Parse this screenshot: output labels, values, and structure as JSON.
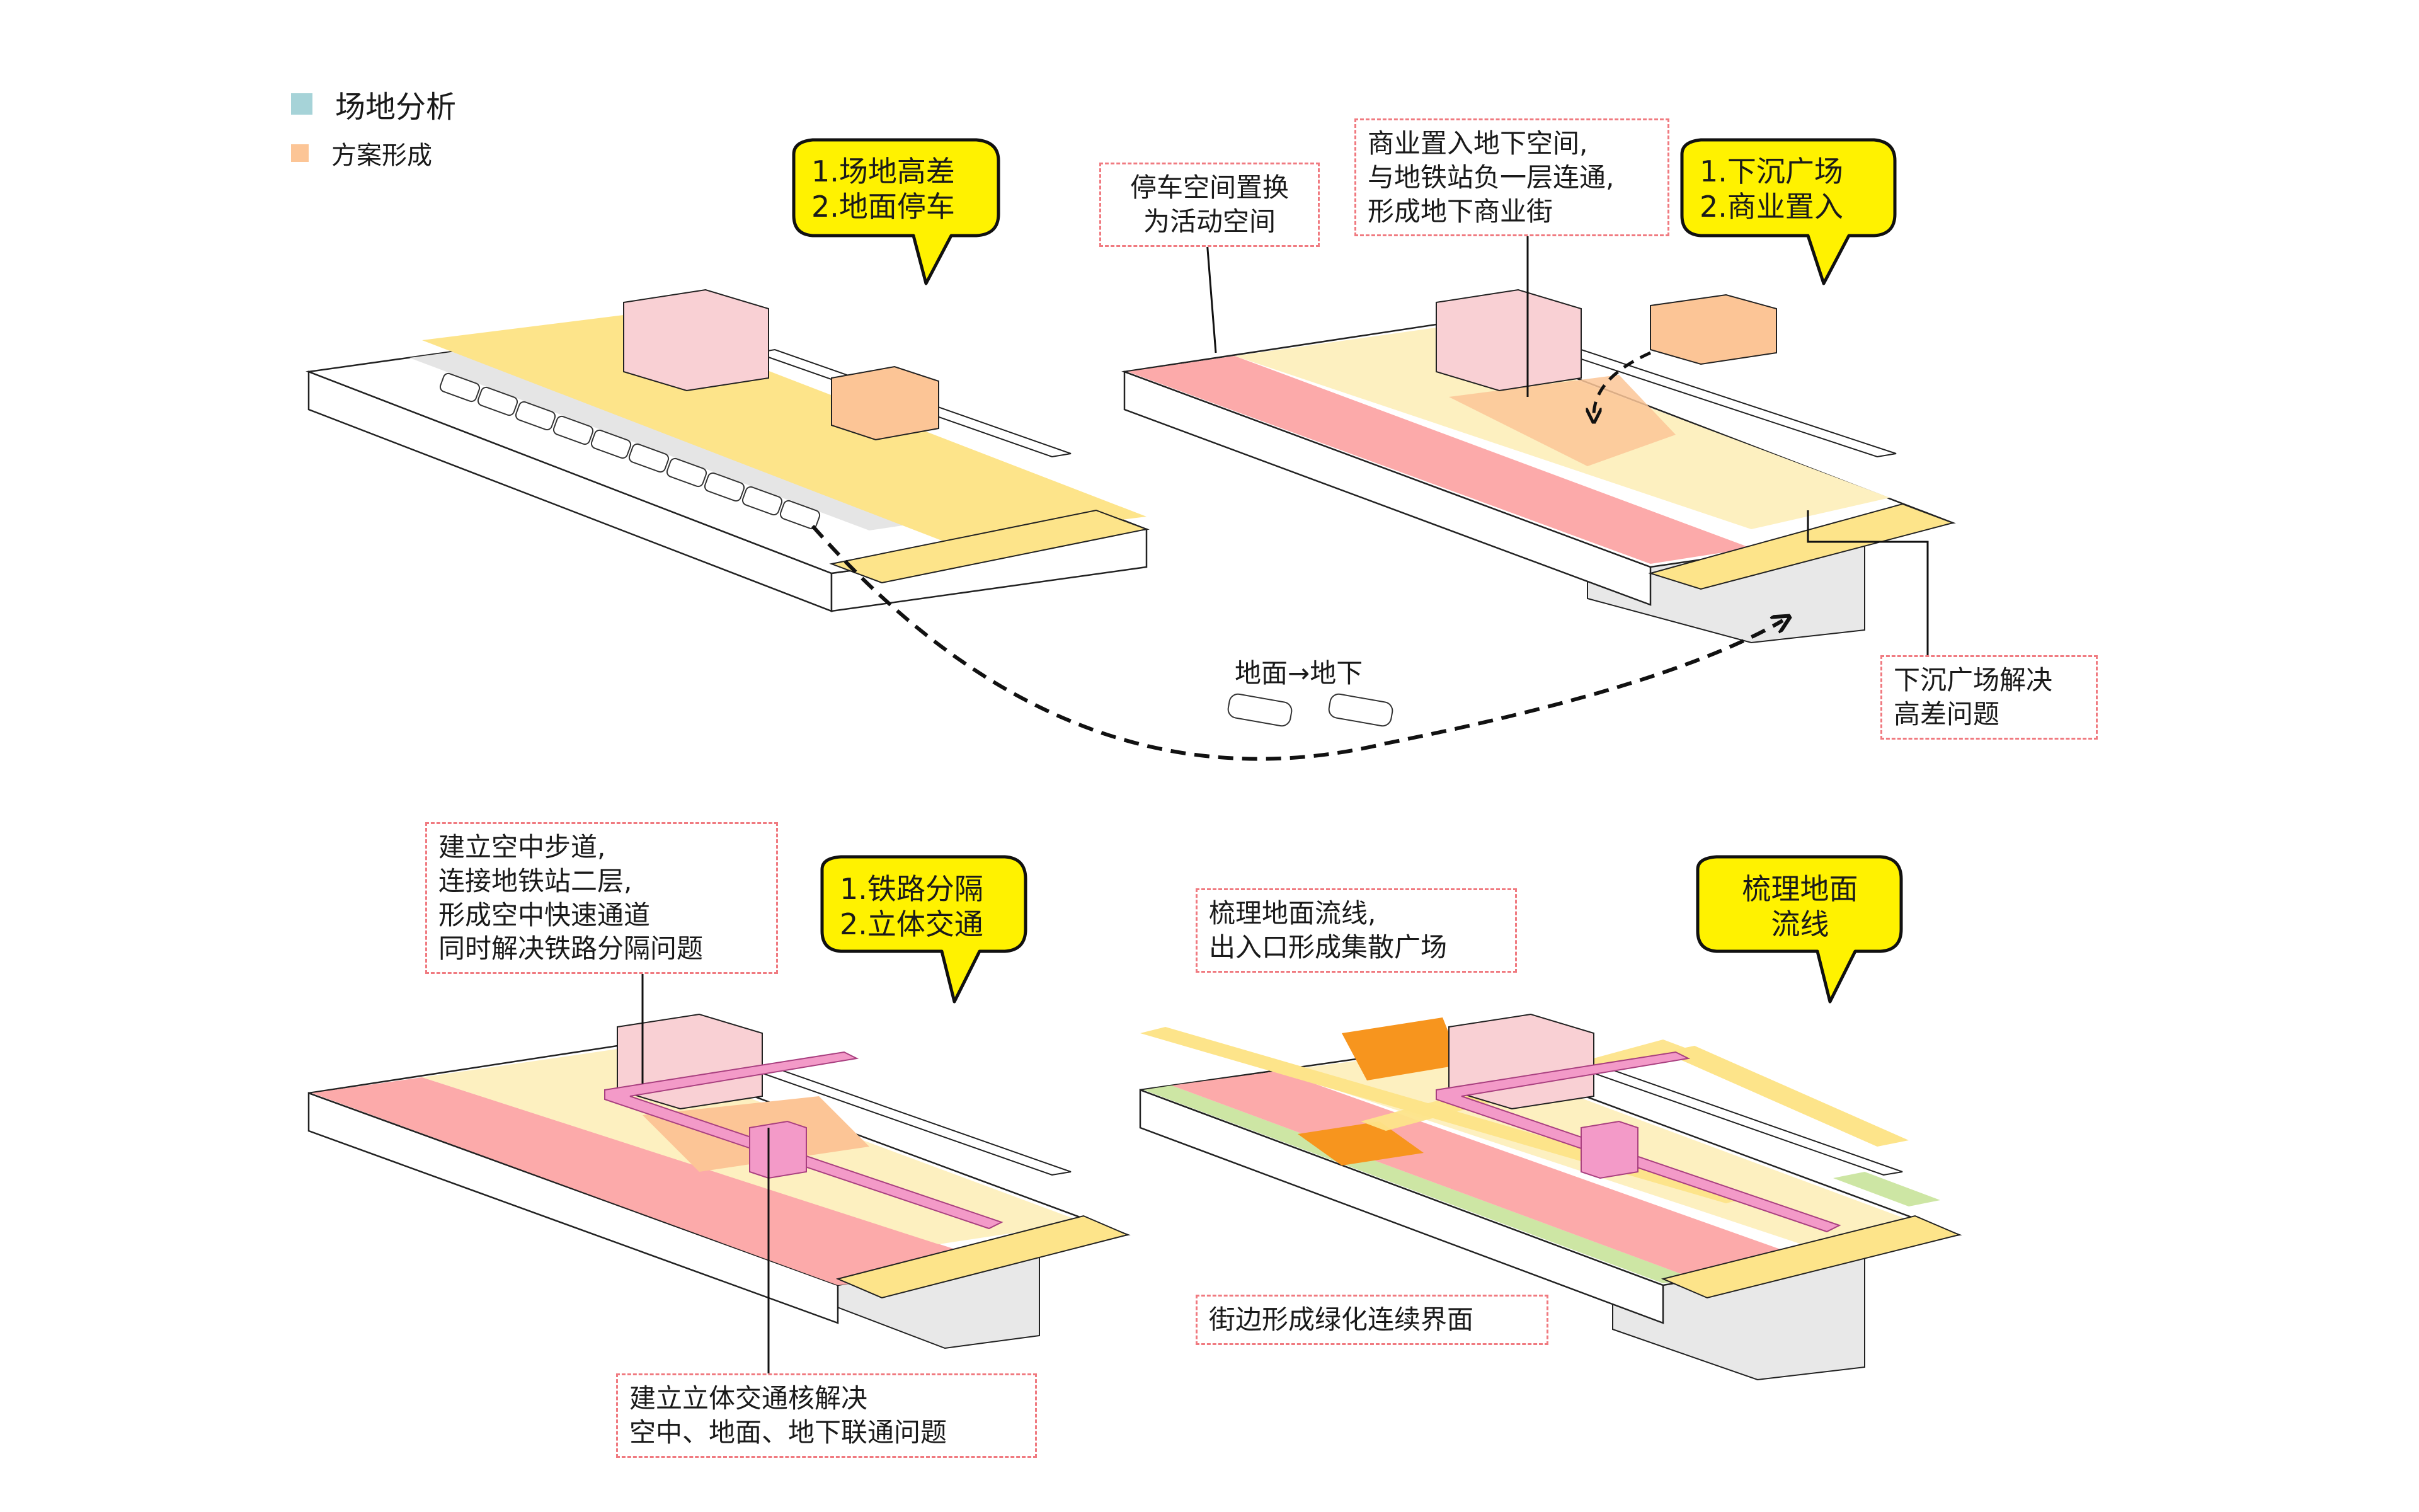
{
  "legend": [
    {
      "label": "场地分析",
      "color": "#a6d3d8"
    },
    {
      "label": "方案形成",
      "color": "#fcc596"
    }
  ],
  "panel1": {
    "bubble": "1.场地高差\n2.地面停车"
  },
  "panel2": {
    "bubble": "1.下沉广场\n2.商业置入",
    "note_parking": "停车空间置换\n为活动空间",
    "note_commerce": "商业置入地下空间,\n与地铁站负一层连通,\n形成地下商业街",
    "note_sunken": "下沉广场解决\n高差问题"
  },
  "transfer_label": "地面→地下",
  "panel3": {
    "bubble": "1.铁路分隔\n2.立体交通",
    "note_skywalk": "建立空中步道,\n连接地铁站二层,\n形成空中快速通道\n同时解决铁路分隔问题",
    "note_core": "建立立体交通核解决\n空中、地面、地下联通问题"
  },
  "panel4": {
    "bubble": "梳理地面\n流线",
    "note_flow": "梳理地面流线,\n出入口形成集散广场",
    "note_green": "街边形成绿化连续界面"
  },
  "colors": {
    "yellow": "#fde48a",
    "pale_yellow": "#fdf0c0",
    "pink": "#fcaaaa",
    "light_pink": "#f9d0d4",
    "peach": "#fcc596",
    "magenta": "#f39ac8",
    "green": "#cde6a4",
    "orange": "#f7951e",
    "bubble": "#fff200",
    "note_border": "#f07a80",
    "grey": "#e8e8e8"
  }
}
